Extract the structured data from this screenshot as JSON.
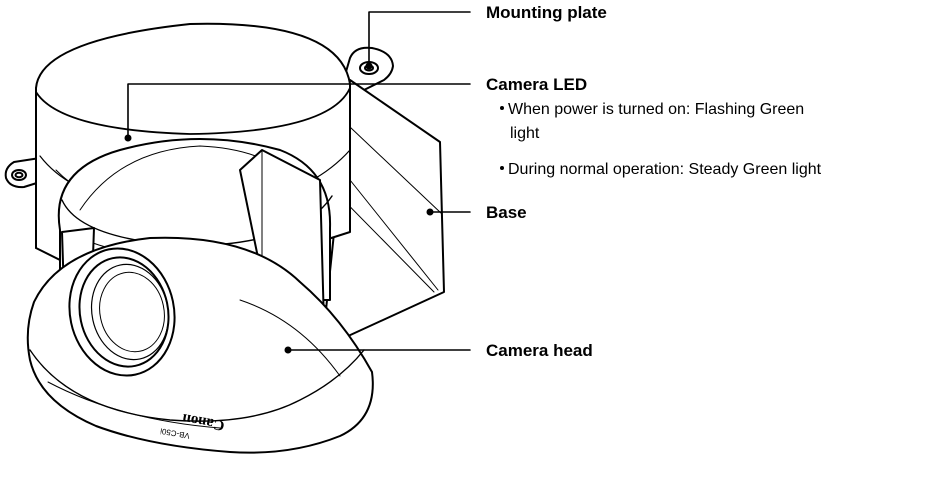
{
  "callouts": {
    "mounting_plate": "Mounting plate",
    "camera_led": "Camera LED",
    "base": "Base",
    "camera_head": "Camera head"
  },
  "led_notes": {
    "power_on_line1": "When power is turned on: Flashing Green",
    "power_on_line2": "light",
    "normal_operation": "During normal operation: Steady Green light"
  },
  "product_markings": {
    "brand": "Canon",
    "model": "VB-C50i"
  },
  "colors": {
    "line": "#000000",
    "background": "#ffffff"
  }
}
